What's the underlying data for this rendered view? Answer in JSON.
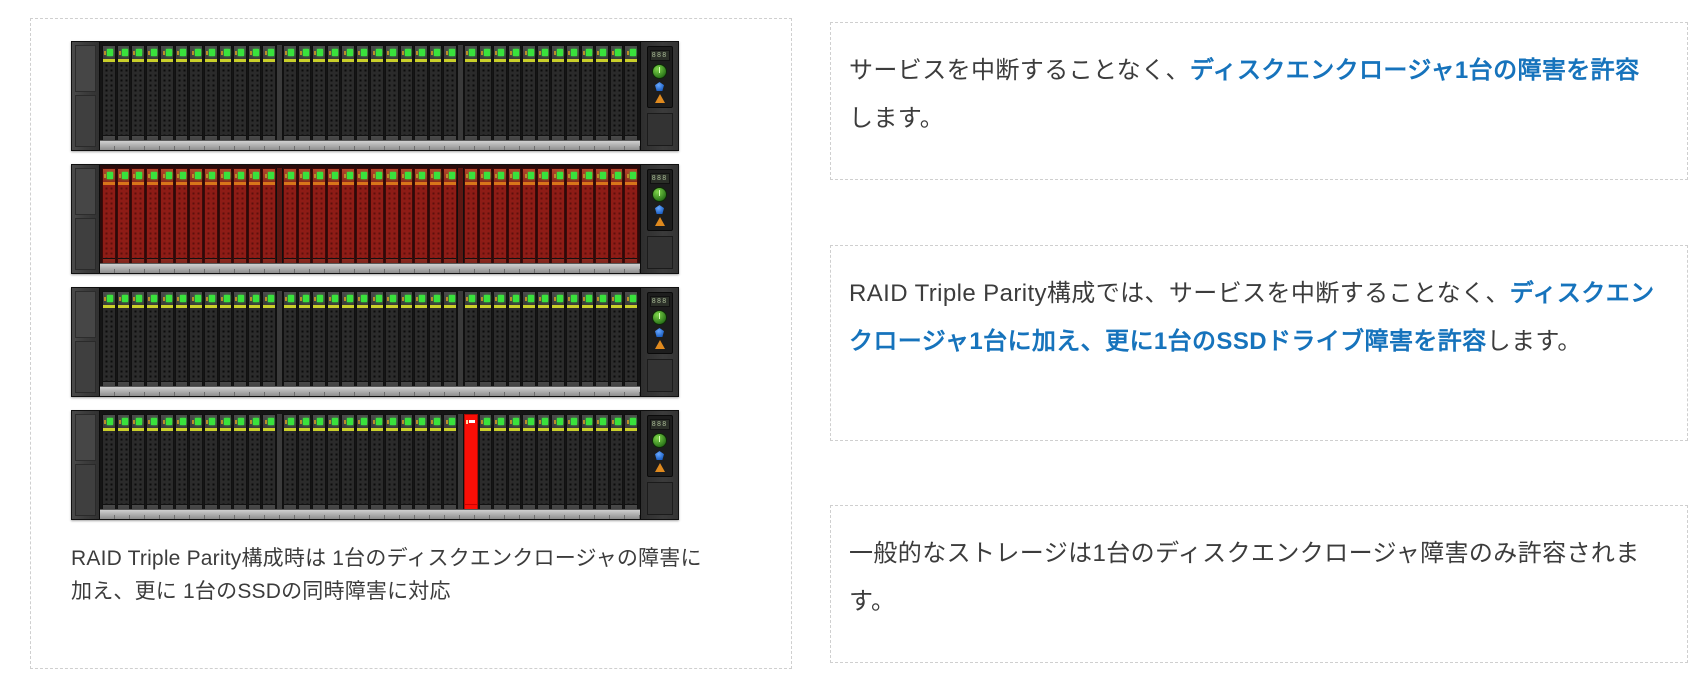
{
  "diagram": {
    "caption": "RAID Triple Parity構成時は 1台のディスクエンクロージャの障害に加え、更に 1台のSSDの同時障害に対応",
    "panel_display": "888",
    "enclosures": [
      {
        "name": "enclosure-normal-1",
        "state": "normal",
        "drives_per_group": [
          12,
          12,
          12
        ]
      },
      {
        "name": "enclosure-failed",
        "state": "enclosure-failure",
        "drives_per_group": [
          12,
          12,
          12
        ]
      },
      {
        "name": "enclosure-normal-2",
        "state": "normal",
        "drives_per_group": [
          12,
          12,
          12
        ]
      },
      {
        "name": "enclosure-ssd-failure",
        "state": "single-drive-failure",
        "drives_per_group": [
          12,
          12,
          12
        ],
        "failed_drive_index": 24
      }
    ],
    "colors": {
      "led_green": "#39e23c",
      "drive_stripe": "#c9cf2a",
      "failure_red": "#fb0f07",
      "enclosure_failed_red": "#8e1c16",
      "chassis": "#2a2a2a"
    }
  },
  "notes": [
    {
      "id": "note-enclosure-tolerance",
      "segments": [
        {
          "text": "サービスを中断することなく、",
          "style": "normal"
        },
        {
          "text": "ディスクエンクロージャ1台の障害を許容",
          "style": "highlight"
        },
        {
          "text": "します。",
          "style": "normal"
        }
      ]
    },
    {
      "id": "note-triple-parity",
      "segments": [
        {
          "text": "RAID Triple Parity構成では、サービスを中断することなく、",
          "style": "normal"
        },
        {
          "text": "ディスクエンクロージャ1台に加え、更に1台のSSDドライブ障害を許容",
          "style": "highlight"
        },
        {
          "text": "します。",
          "style": "normal"
        }
      ]
    },
    {
      "id": "note-general-storage",
      "segments": [
        {
          "text": "一般的なストレージは1台のディスクエンクロージャ障害のみ許容されます。",
          "style": "normal"
        }
      ]
    }
  ],
  "accent_color": "#1673bc"
}
